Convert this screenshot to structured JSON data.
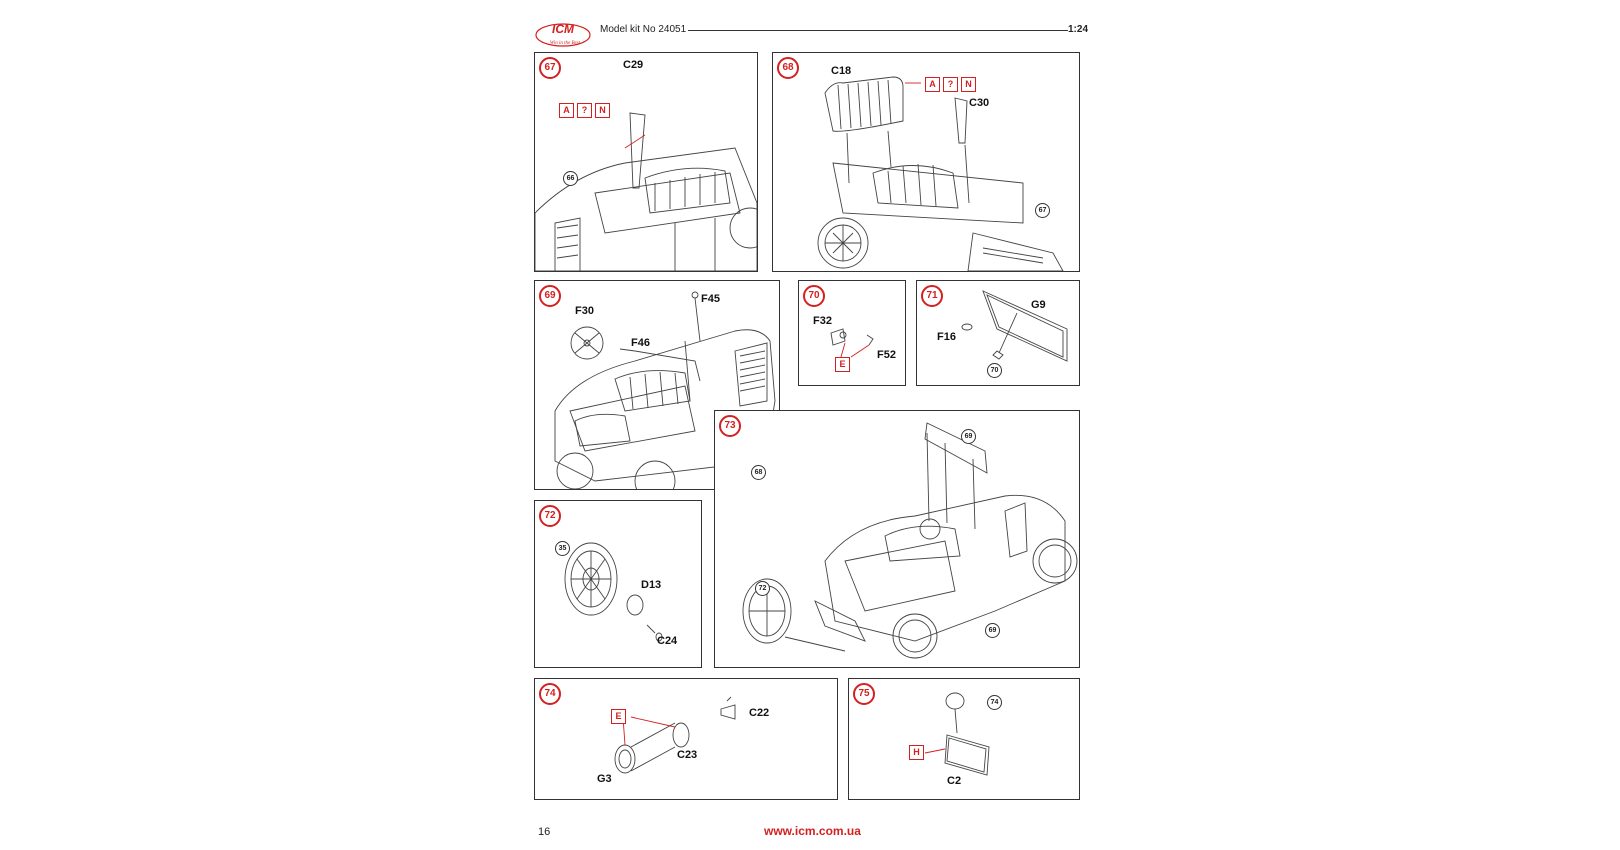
{
  "header": {
    "logo_text": "ICM",
    "logo_tagline": "Win in the Best",
    "title": "Model kit No 24051",
    "scale": "1:24"
  },
  "footer": {
    "page_number": "16",
    "website": "www.icm.com.ua"
  },
  "steps": {
    "s67": {
      "num": "67",
      "parts": [
        "C29"
      ],
      "paint": [
        "A",
        "?",
        "N"
      ],
      "ref": "66"
    },
    "s68": {
      "num": "68",
      "parts": [
        "C18",
        "C30"
      ],
      "paint": [
        "A",
        "?",
        "N"
      ],
      "ref": "67"
    },
    "s69": {
      "num": "69",
      "parts": [
        "F30",
        "F45",
        "F46"
      ],
      "ref": "68"
    },
    "s70": {
      "num": "70",
      "parts": [
        "F32",
        "F52"
      ],
      "paint": [
        "E"
      ]
    },
    "s71": {
      "num": "71",
      "parts": [
        "G9",
        "F16"
      ],
      "ref": "70"
    },
    "s72": {
      "num": "72",
      "parts": [
        "D13",
        "C24"
      ],
      "ref": "35"
    },
    "s73": {
      "num": "73",
      "refs": [
        "69",
        "72",
        "69"
      ]
    },
    "s74": {
      "num": "74",
      "parts": [
        "C22",
        "C23",
        "G3"
      ],
      "paint": [
        "E"
      ]
    },
    "s75": {
      "num": "75",
      "parts": [
        "C2"
      ],
      "paint": [
        "H"
      ],
      "ref": "74"
    }
  }
}
